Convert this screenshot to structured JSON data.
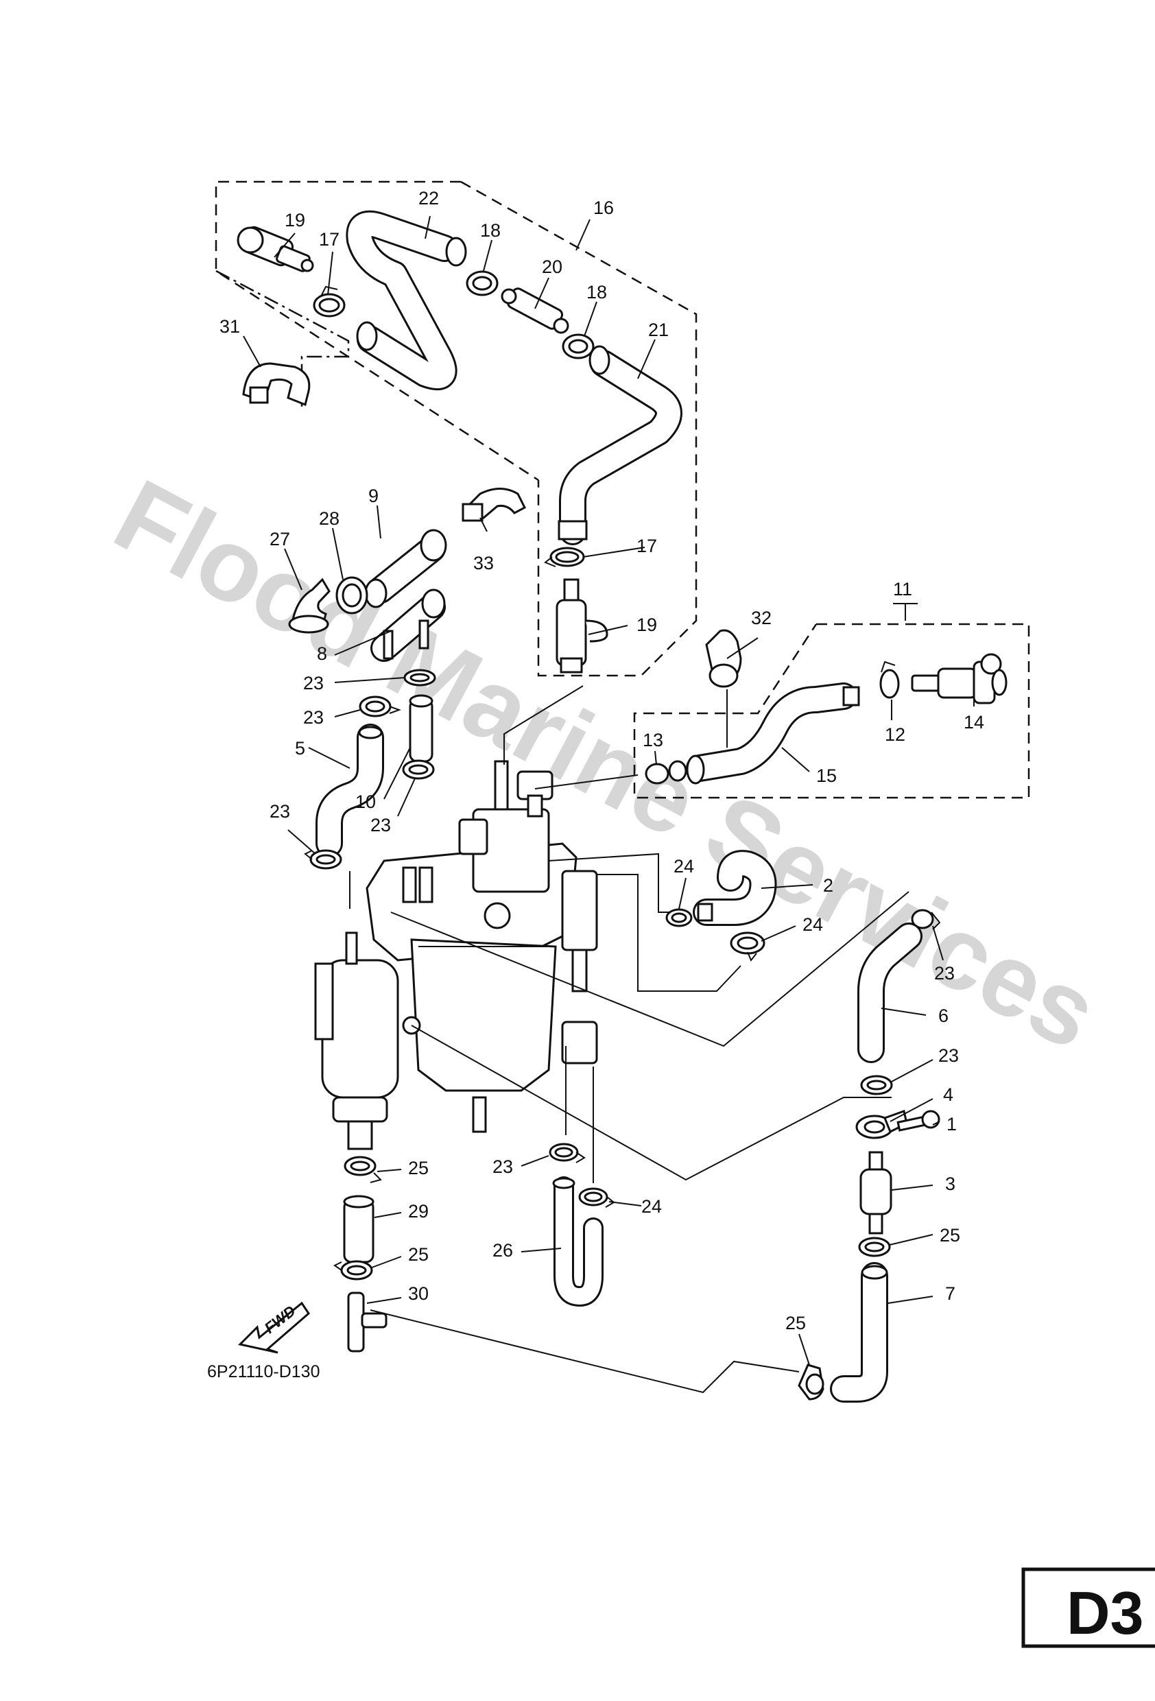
{
  "watermark": "Flood Marine Services",
  "drawing_code": "6P21110-D130",
  "plate_label": "D3",
  "fwd_label": "FWD",
  "callouts": [
    {
      "id": "c1",
      "label": "1"
    },
    {
      "id": "c2",
      "label": "2"
    },
    {
      "id": "c3",
      "label": "3"
    },
    {
      "id": "c4",
      "label": "4"
    },
    {
      "id": "c5",
      "label": "5"
    },
    {
      "id": "c6",
      "label": "6"
    },
    {
      "id": "c7",
      "label": "7"
    },
    {
      "id": "c8",
      "label": "8"
    },
    {
      "id": "c9",
      "label": "9"
    },
    {
      "id": "c10",
      "label": "10"
    },
    {
      "id": "c11",
      "label": "11"
    },
    {
      "id": "c12",
      "label": "12"
    },
    {
      "id": "c13",
      "label": "13"
    },
    {
      "id": "c14",
      "label": "14"
    },
    {
      "id": "c15",
      "label": "15"
    },
    {
      "id": "c16",
      "label": "16"
    },
    {
      "id": "c17a",
      "label": "17"
    },
    {
      "id": "c17b",
      "label": "17"
    },
    {
      "id": "c18a",
      "label": "18"
    },
    {
      "id": "c18b",
      "label": "18"
    },
    {
      "id": "c19a",
      "label": "19"
    },
    {
      "id": "c19b",
      "label": "19"
    },
    {
      "id": "c20",
      "label": "20"
    },
    {
      "id": "c21",
      "label": "21"
    },
    {
      "id": "c22",
      "label": "22"
    },
    {
      "id": "c23a",
      "label": "23"
    },
    {
      "id": "c23b",
      "label": "23"
    },
    {
      "id": "c23c",
      "label": "23"
    },
    {
      "id": "c23d",
      "label": "23"
    },
    {
      "id": "c23e",
      "label": "23"
    },
    {
      "id": "c23f",
      "label": "23"
    },
    {
      "id": "c23g",
      "label": "23"
    },
    {
      "id": "c24a",
      "label": "24"
    },
    {
      "id": "c24b",
      "label": "24"
    },
    {
      "id": "c24c",
      "label": "24"
    },
    {
      "id": "c25a",
      "label": "25"
    },
    {
      "id": "c25b",
      "label": "25"
    },
    {
      "id": "c25c",
      "label": "25"
    },
    {
      "id": "c25d",
      "label": "25"
    },
    {
      "id": "c26",
      "label": "26"
    },
    {
      "id": "c27",
      "label": "27"
    },
    {
      "id": "c28",
      "label": "28"
    },
    {
      "id": "c29",
      "label": "29"
    },
    {
      "id": "c30",
      "label": "30"
    },
    {
      "id": "c31",
      "label": "31"
    },
    {
      "id": "c32",
      "label": "32"
    },
    {
      "id": "c33",
      "label": "33"
    }
  ]
}
